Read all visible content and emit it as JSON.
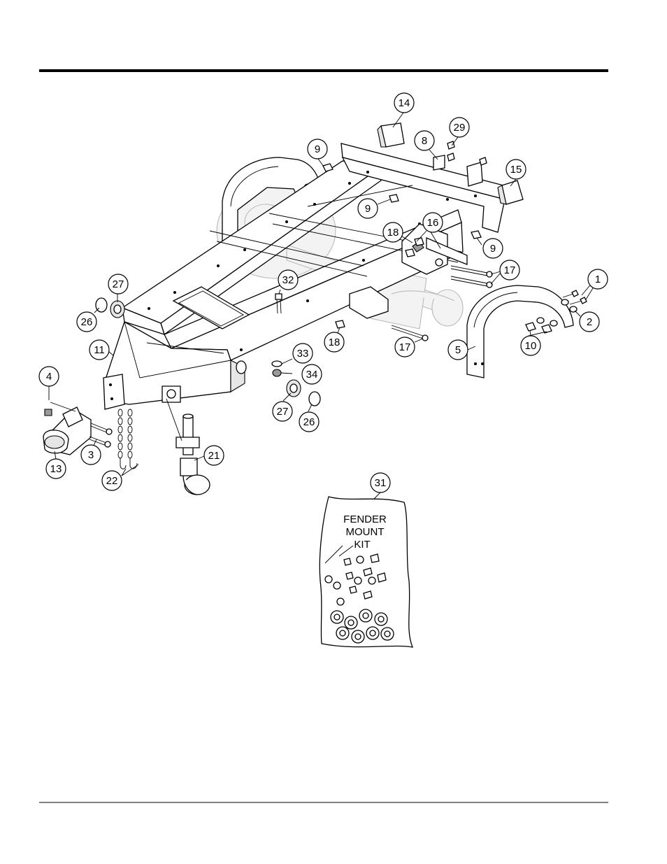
{
  "callouts": [
    {
      "id": "c14",
      "label": "14"
    },
    {
      "id": "c9a",
      "label": "9"
    },
    {
      "id": "c8",
      "label": "8"
    },
    {
      "id": "c29",
      "label": "29"
    },
    {
      "id": "c15",
      "label": "15"
    },
    {
      "id": "c9b",
      "label": "9"
    },
    {
      "id": "c18a",
      "label": "18"
    },
    {
      "id": "c16",
      "label": "16"
    },
    {
      "id": "c9c",
      "label": "9"
    },
    {
      "id": "c17a",
      "label": "17"
    },
    {
      "id": "c1",
      "label": "1"
    },
    {
      "id": "c27a",
      "label": "27"
    },
    {
      "id": "c32",
      "label": "32"
    },
    {
      "id": "c2",
      "label": "2"
    },
    {
      "id": "c26a",
      "label": "26"
    },
    {
      "id": "c18b",
      "label": "18"
    },
    {
      "id": "c17b",
      "label": "17"
    },
    {
      "id": "c10",
      "label": "10"
    },
    {
      "id": "c11",
      "label": "11"
    },
    {
      "id": "c5",
      "label": "5"
    },
    {
      "id": "c33",
      "label": "33"
    },
    {
      "id": "c4",
      "label": "4"
    },
    {
      "id": "c34",
      "label": "34"
    },
    {
      "id": "c27b",
      "label": "27"
    },
    {
      "id": "c26b",
      "label": "26"
    },
    {
      "id": "c3",
      "label": "3"
    },
    {
      "id": "c21",
      "label": "21"
    },
    {
      "id": "c13",
      "label": "13"
    },
    {
      "id": "c22",
      "label": "22"
    },
    {
      "id": "c31",
      "label": "31"
    }
  ],
  "kit": {
    "line1": "FENDER",
    "line2": "MOUNT",
    "line3": "KIT"
  }
}
